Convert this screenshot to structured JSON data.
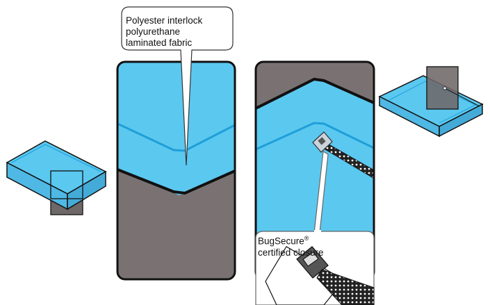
{
  "colors": {
    "fabric_blue": "#5bc8f0",
    "fabric_line": "#1e9fd8",
    "mattress_grey": "#7a7272",
    "outline": "#111111"
  },
  "callouts": {
    "fabric": {
      "line1": "Polyester interlock",
      "line2": "polyurethane",
      "line3": "laminated fabric"
    },
    "closure": {
      "line1_text": "BugSecure",
      "line1_mark": "®",
      "line2": "certified closure"
    }
  },
  "icons": [
    "mattress-encasement-left-icon",
    "mattress-encasement-right-icon",
    "zipper-pull-icon"
  ]
}
